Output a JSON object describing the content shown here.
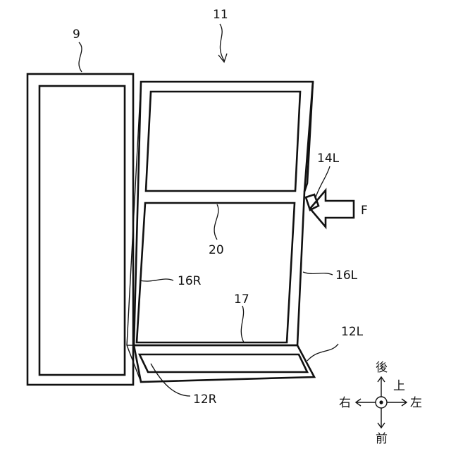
{
  "labels": {
    "panel_9": "9",
    "assembly_11": "11",
    "part_14L": "14L",
    "force_F": "F",
    "part_20": "20",
    "part_16R": "16R",
    "part_16L": "16L",
    "part_17": "17",
    "part_12L": "12L",
    "part_12R": "12R"
  },
  "compass": {
    "back": "後",
    "up": "上",
    "right": "右",
    "left": "左",
    "front": "前"
  }
}
